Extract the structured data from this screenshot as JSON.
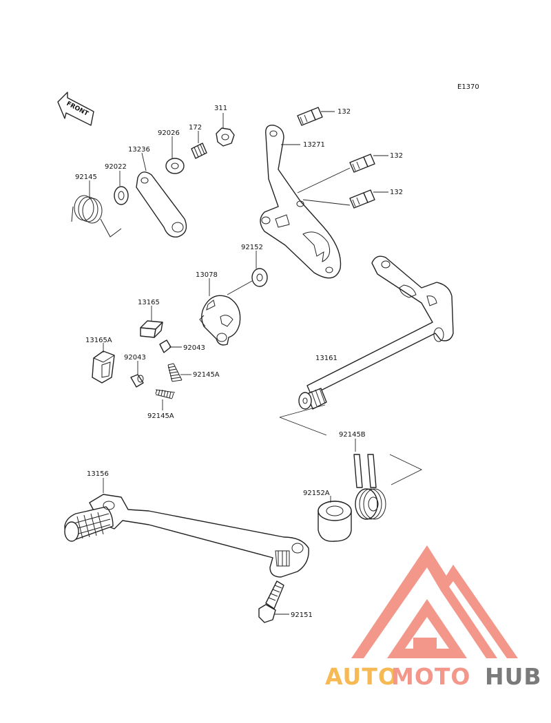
{
  "diagram": {
    "code": "E1370",
    "front_label": "FRONT",
    "labels": {
      "p311": "311",
      "p172": "172",
      "p92026": "92026",
      "p13236": "13236",
      "p92022": "92022",
      "p92145": "92145",
      "p132a": "132",
      "p132b": "132",
      "p132c": "132",
      "p13271": "13271",
      "p92152": "92152",
      "p13078": "13078",
      "p13165": "13165",
      "p13165A": "13165A",
      "p92043a": "92043",
      "p92043b": "92043",
      "p92145Aa": "92145A",
      "p92145Ab": "92145A",
      "p13161": "13161",
      "p92145B": "92145B",
      "p13156": "13156",
      "p92152A": "92152A",
      "p92151": "92151"
    }
  },
  "watermark": {
    "text_part1": "AUTO",
    "text_part2": "MOTO",
    "text_part3": "HUB",
    "colors": {
      "orange": "#f5a623",
      "pink": "#f07a6a",
      "gray": "#555555"
    }
  }
}
